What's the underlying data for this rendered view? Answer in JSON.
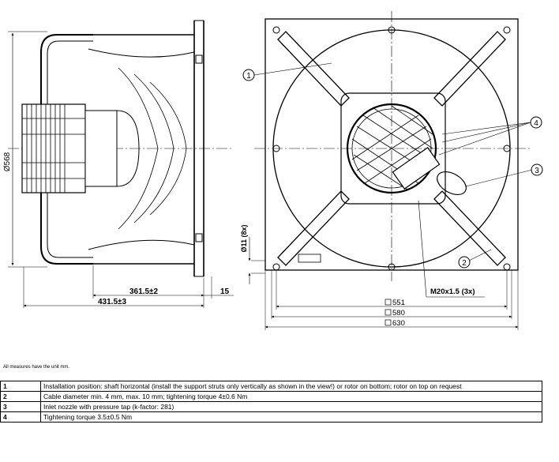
{
  "dimensions": {
    "diameter": "Ø568",
    "hole": "Ø11 (8x)",
    "depth_inner": "361.5±2",
    "depth_outer": "431.5±3",
    "flange": "15",
    "cable_gland": "M20x1.5 (3x)",
    "square_551": "551",
    "square_580": "580",
    "square_630": "630"
  },
  "callouts": [
    "1",
    "2",
    "3",
    "4"
  ],
  "note": "All measures have the unit mm.",
  "legend": [
    {
      "num": "1",
      "text": "Installation position: shaft horizontal (install the support struts only vertically as shown in the view!) or rotor on bottom; rotor on top on request"
    },
    {
      "num": "2",
      "text": "Cable diameter min. 4 mm, max. 10 mm; tightening torque 4±0.6 Nm"
    },
    {
      "num": "3",
      "text": "Inlet nozzle with pressure tap (k-factor: 281)"
    },
    {
      "num": "4",
      "text": "Tightening torque 3.5±0.5 Nm"
    }
  ]
}
